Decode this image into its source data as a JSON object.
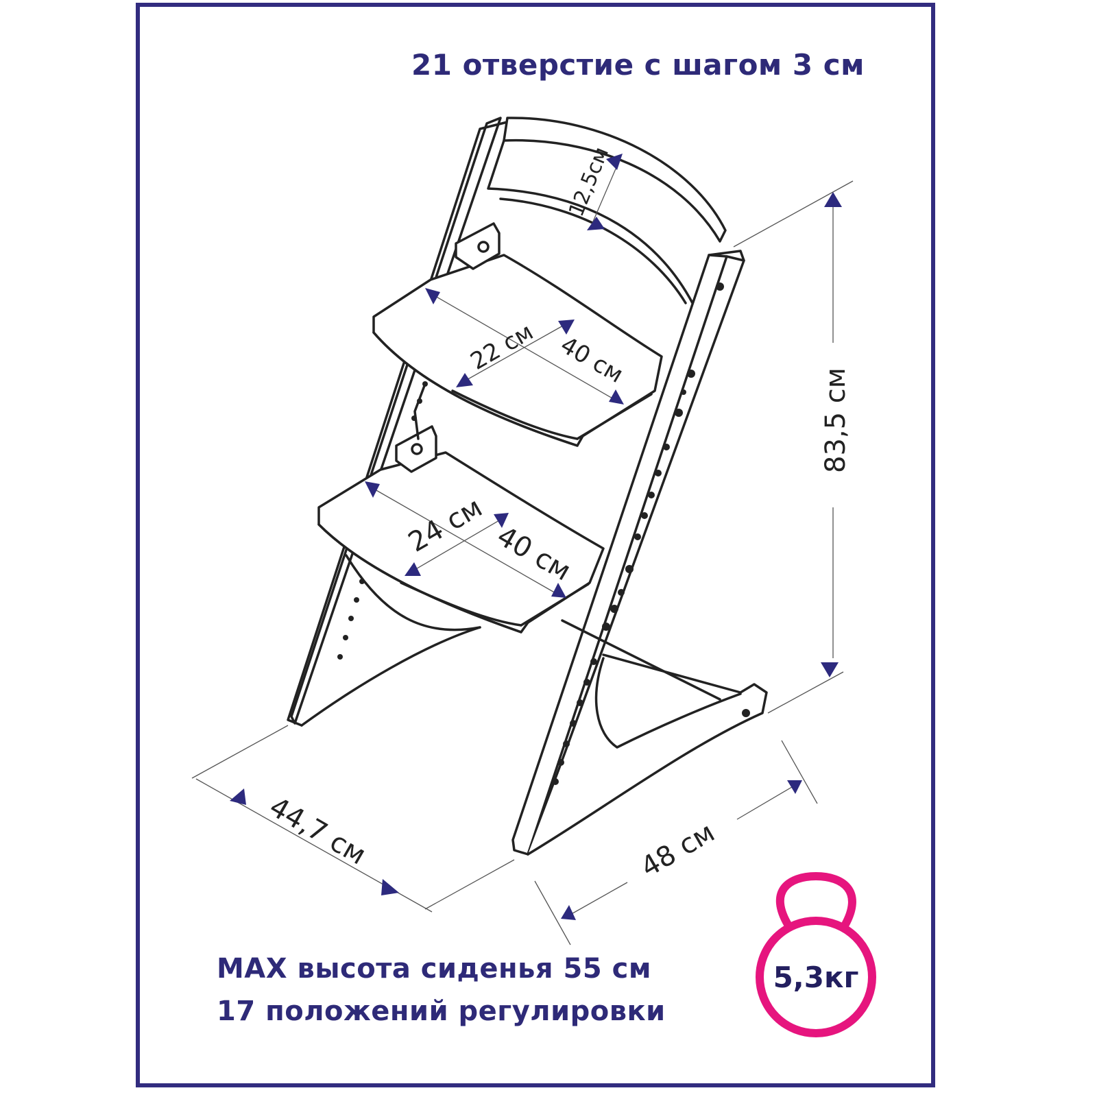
{
  "header": {
    "note": "21 отверстие с шагом 3 см"
  },
  "dimensions": {
    "backrest_height": "12,5см",
    "top_seat_depth": "22 см",
    "top_seat_width": "40 см",
    "bottom_seat_depth": "24 см",
    "bottom_seat_width": "40 см",
    "total_height": "83,5 см",
    "base_depth": "44,7 см",
    "base_width": "48 см"
  },
  "footer": {
    "line1": "MAX высота сиденья 55 см",
    "line2": "17 положений регулировки"
  },
  "weight": {
    "label": "5,3кг"
  },
  "colors": {
    "border": "#322c7f",
    "text": "#2e2a78",
    "arrow": "#2d2a7e",
    "weight_icon": "#e6157e",
    "line": "#222222"
  }
}
